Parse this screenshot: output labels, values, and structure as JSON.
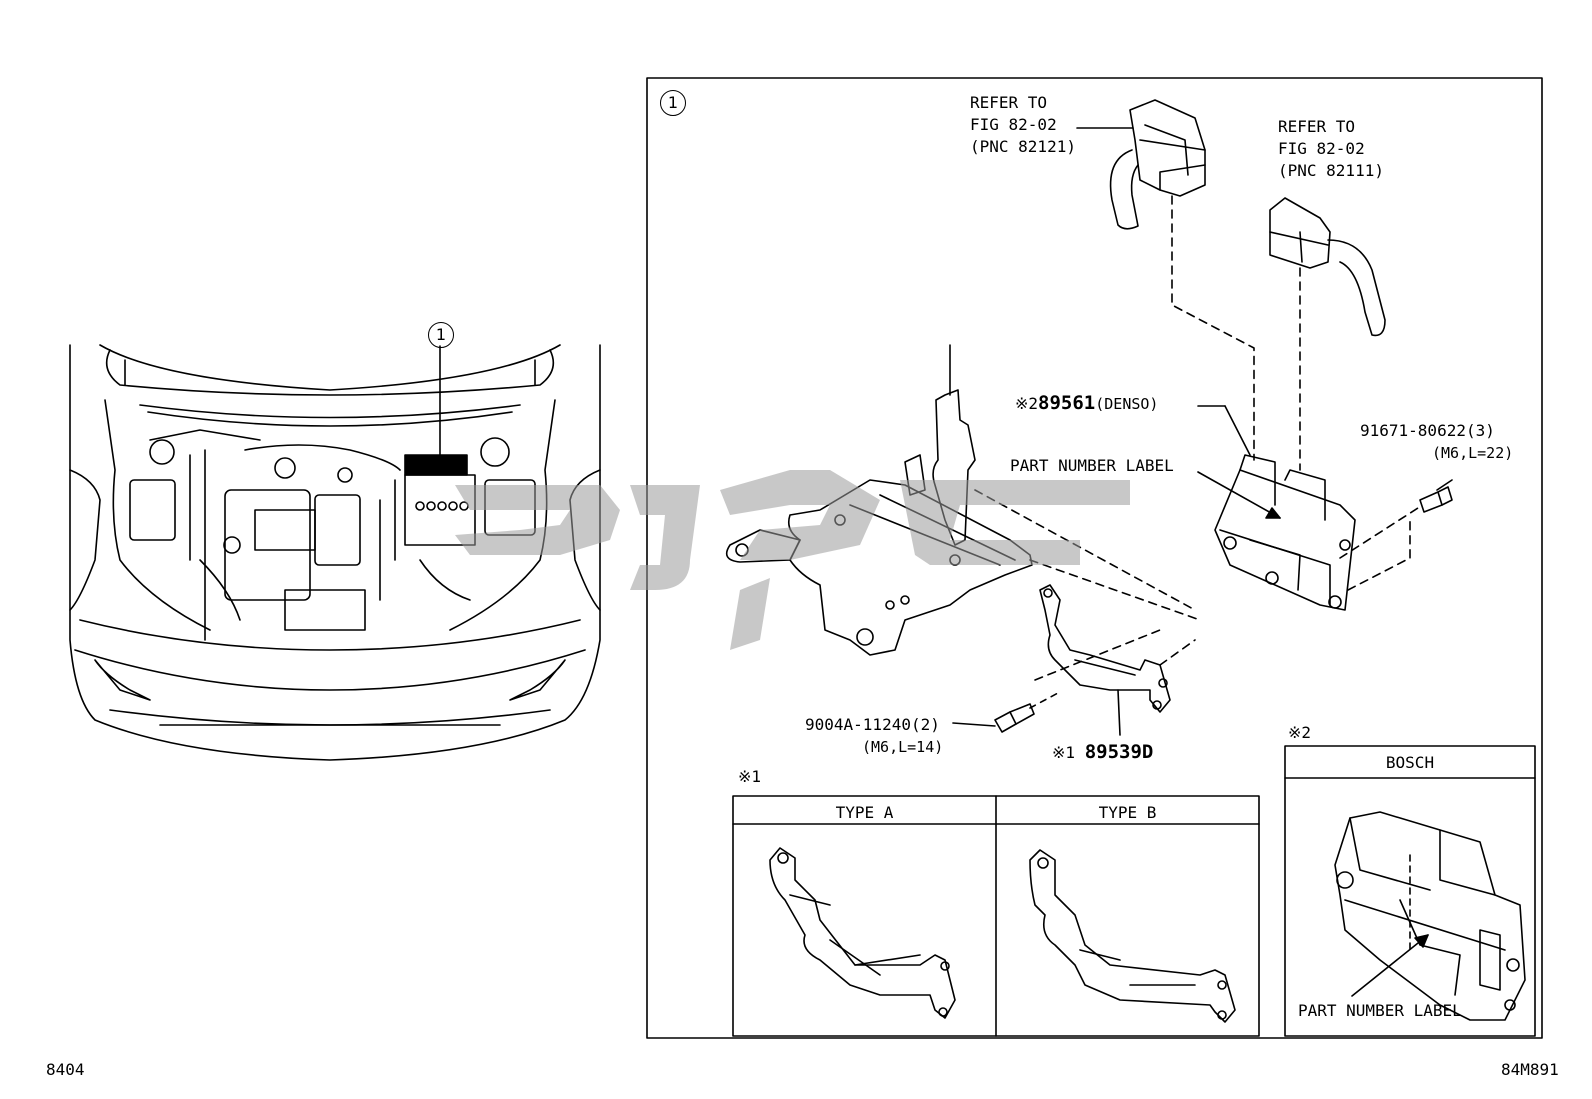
{
  "overview": {
    "callout": "1",
    "page_code": "8404"
  },
  "detail": {
    "callout": "1",
    "refer_left": [
      "REFER TO",
      "FIG 82-02",
      "(PNC 82121)"
    ],
    "refer_right": [
      "REFER TO",
      "FIG 82-02",
      "(PNC 82111)"
    ],
    "ecu_mark": "※2",
    "ecu_part": "89561",
    "ecu_maker": "(DENSO)",
    "part_number_label": "PART NUMBER LABEL",
    "bolt_right_part": "91671-80622(3)",
    "bolt_right_spec": "(M6,L=22)",
    "bolt_left_part": "9004A-11240(2)",
    "bolt_left_spec": "(M6,L=14)",
    "bracket_mark": "※1",
    "bracket_part": "89539D",
    "inset1_mark": "※1",
    "type_a": "TYPE A",
    "type_b": "TYPE B",
    "inset2_mark": "※2",
    "bosch_title": "BOSCH",
    "bosch_label": "PART NUMBER LABEL",
    "figure_code": "84M891"
  }
}
